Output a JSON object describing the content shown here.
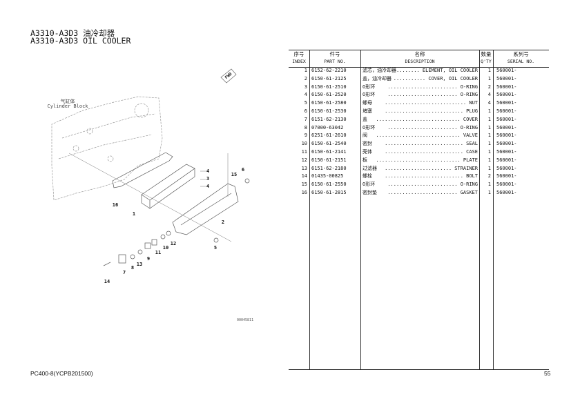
{
  "header": {
    "title_cn": "A3310-A3D3 油冷却器",
    "title_en": "A3310-A3D3 OIL COOLER"
  },
  "diagram": {
    "block_label_cn": "气缸体",
    "block_label_en": "Cylinder Block",
    "fwd": "FWD",
    "drawing_id": "00045811",
    "callouts": [
      "4",
      "3",
      "4",
      "15",
      "6",
      "16",
      "1",
      "2",
      "5",
      "12",
      "10",
      "11",
      "9",
      "13",
      "8",
      "7",
      "14"
    ]
  },
  "table": {
    "headers": [
      {
        "cn": "序号",
        "en": "INDEX"
      },
      {
        "cn": "件号",
        "en": "PART NO."
      },
      {
        "cn": "名称",
        "en": "DESCRIPTION"
      },
      {
        "cn": "数量",
        "en": "Q'TY"
      },
      {
        "cn": "系列号",
        "en": "SERIAL NO."
      }
    ],
    "rows": [
      {
        "index": "1",
        "part": "6152-62-2210",
        "cn": "滤芯，油冷却器",
        "en": "ELEMENT, OIL COOLER",
        "qty": "1",
        "serial": "560001-"
      },
      {
        "index": "2",
        "part": "6150-61-2125",
        "cn": "盖，油冷却器",
        "en": "COVER, OIL COOLER",
        "qty": "1",
        "serial": "560001-"
      },
      {
        "index": "3",
        "part": "6150-61-2510",
        "cn": "O形环",
        "en": "O-RING",
        "qty": "2",
        "serial": "560001-"
      },
      {
        "index": "4",
        "part": "6150-61-2520",
        "cn": "O形环",
        "en": "O-RING",
        "qty": "4",
        "serial": "560001-"
      },
      {
        "index": "5",
        "part": "6150-61-2580",
        "cn": "螺母",
        "en": "NUT",
        "qty": "4",
        "serial": "560001-"
      },
      {
        "index": "6",
        "part": "6150-61-2530",
        "cn": "堵塞",
        "en": "PLUG",
        "qty": "1",
        "serial": "560001-"
      },
      {
        "index": "7",
        "part": "6151-62-2130",
        "cn": "盖",
        "en": "COVER",
        "qty": "1",
        "serial": "560001-"
      },
      {
        "index": "8",
        "part": "07000-63042",
        "cn": "O形环",
        "en": "O-RING",
        "qty": "1",
        "serial": "560001-"
      },
      {
        "index": "9",
        "part": "6251-61-2610",
        "cn": "阀",
        "en": "VALVE",
        "qty": "1",
        "serial": "560001-"
      },
      {
        "index": "10",
        "part": "6150-61-2540",
        "cn": "密封",
        "en": "SEAL",
        "qty": "1",
        "serial": "560001-"
      },
      {
        "index": "11",
        "part": "6150-61-2141",
        "cn": "壳体",
        "en": "CASE",
        "qty": "1",
        "serial": "560001-"
      },
      {
        "index": "12",
        "part": "6150-61-2151",
        "cn": "板",
        "en": "PLATE",
        "qty": "1",
        "serial": "560001-"
      },
      {
        "index": "13",
        "part": "6151-62-2180",
        "cn": "过滤器",
        "en": "STRAINER",
        "qty": "1",
        "serial": "560001-"
      },
      {
        "index": "14",
        "part": "01435-00825",
        "cn": "螺栓",
        "en": "BOLT",
        "qty": "2",
        "serial": "560001-"
      },
      {
        "index": "15",
        "part": "6150-61-2550",
        "cn": "O形环",
        "en": "O-RING",
        "qty": "1",
        "serial": "560001-"
      },
      {
        "index": "16",
        "part": "6150-61-2815",
        "cn": "密封垫",
        "en": "GASKET",
        "qty": "1",
        "serial": "560001-"
      }
    ]
  },
  "footer": {
    "model": "PC400-8(YCPB201500)",
    "page": "55"
  }
}
